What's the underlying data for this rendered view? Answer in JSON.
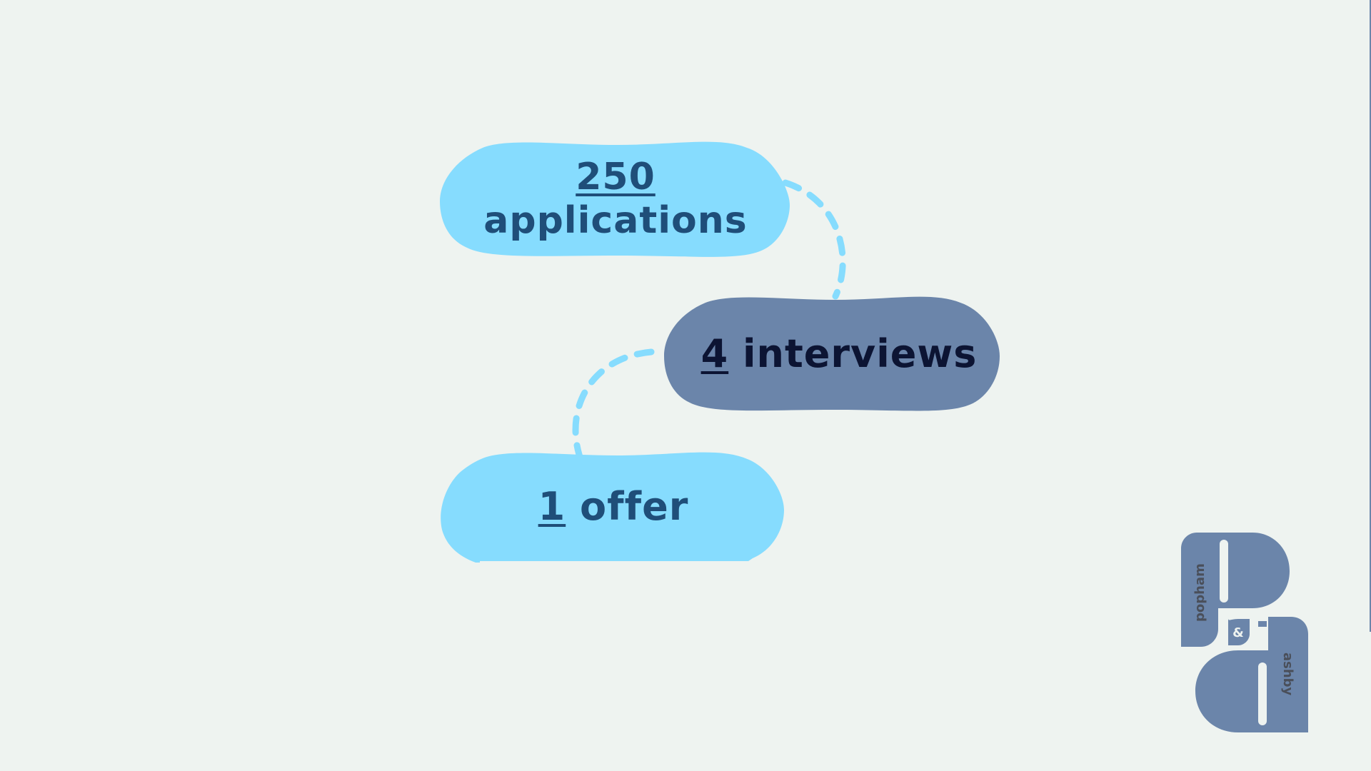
{
  "colors": {
    "background": "#eef3f0",
    "light_blue": "#86dcfe",
    "slate_blue": "#6b85aa",
    "dark_text": "#1f4e79",
    "navy_text": "#0c1433"
  },
  "steps": [
    {
      "number": "250",
      "label": "applications"
    },
    {
      "number": "4",
      "label": "interviews"
    },
    {
      "number": "1",
      "label": "offer"
    }
  ],
  "logo": {
    "top_word": "popham",
    "ampersand": "&",
    "bottom_word": "ashby"
  }
}
